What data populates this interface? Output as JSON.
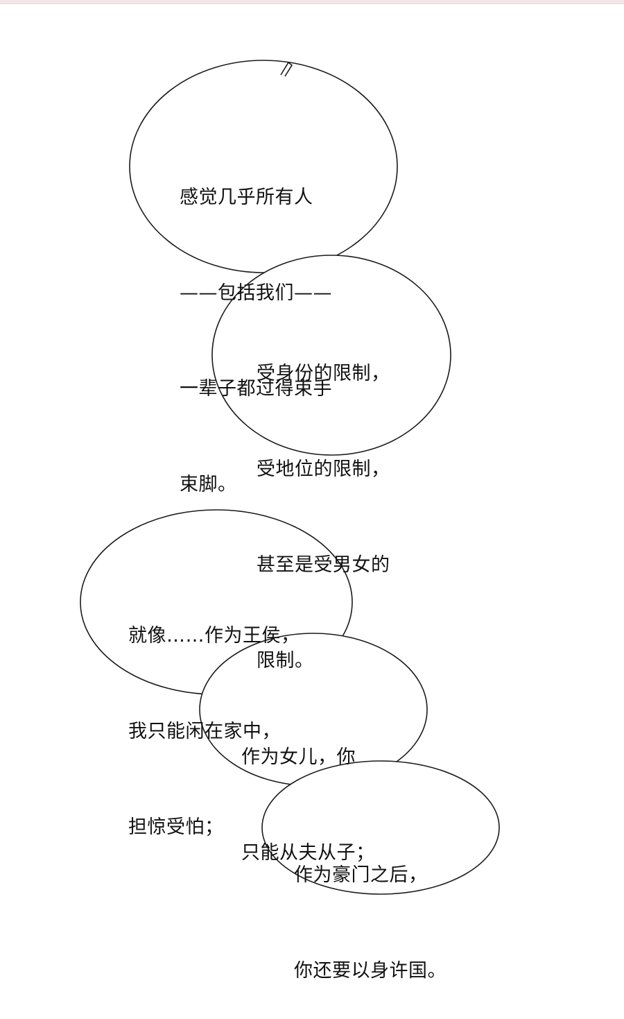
{
  "panel_top": {
    "bubble_1": {
      "lines": [
        "感觉几乎所有人",
        "——包括我们——",
        "一辈子都过得束手",
        "束脚。"
      ]
    },
    "bubble_2": {
      "lines": [
        "受身份的限制，",
        "受地位的限制，",
        "甚至是受男女的",
        "限制。"
      ]
    }
  },
  "panel_bottom": {
    "bubble_3": {
      "lines": [
        "就像……作为王侯，",
        "我只能闲在家中，",
        "担惊受怕；"
      ]
    },
    "bubble_4": {
      "lines": [
        "作为女儿，你",
        "只能从夫从子；"
      ]
    },
    "bubble_5": {
      "lines": [
        "作为豪门之后，",
        "你还要以身许国。"
      ]
    }
  }
}
